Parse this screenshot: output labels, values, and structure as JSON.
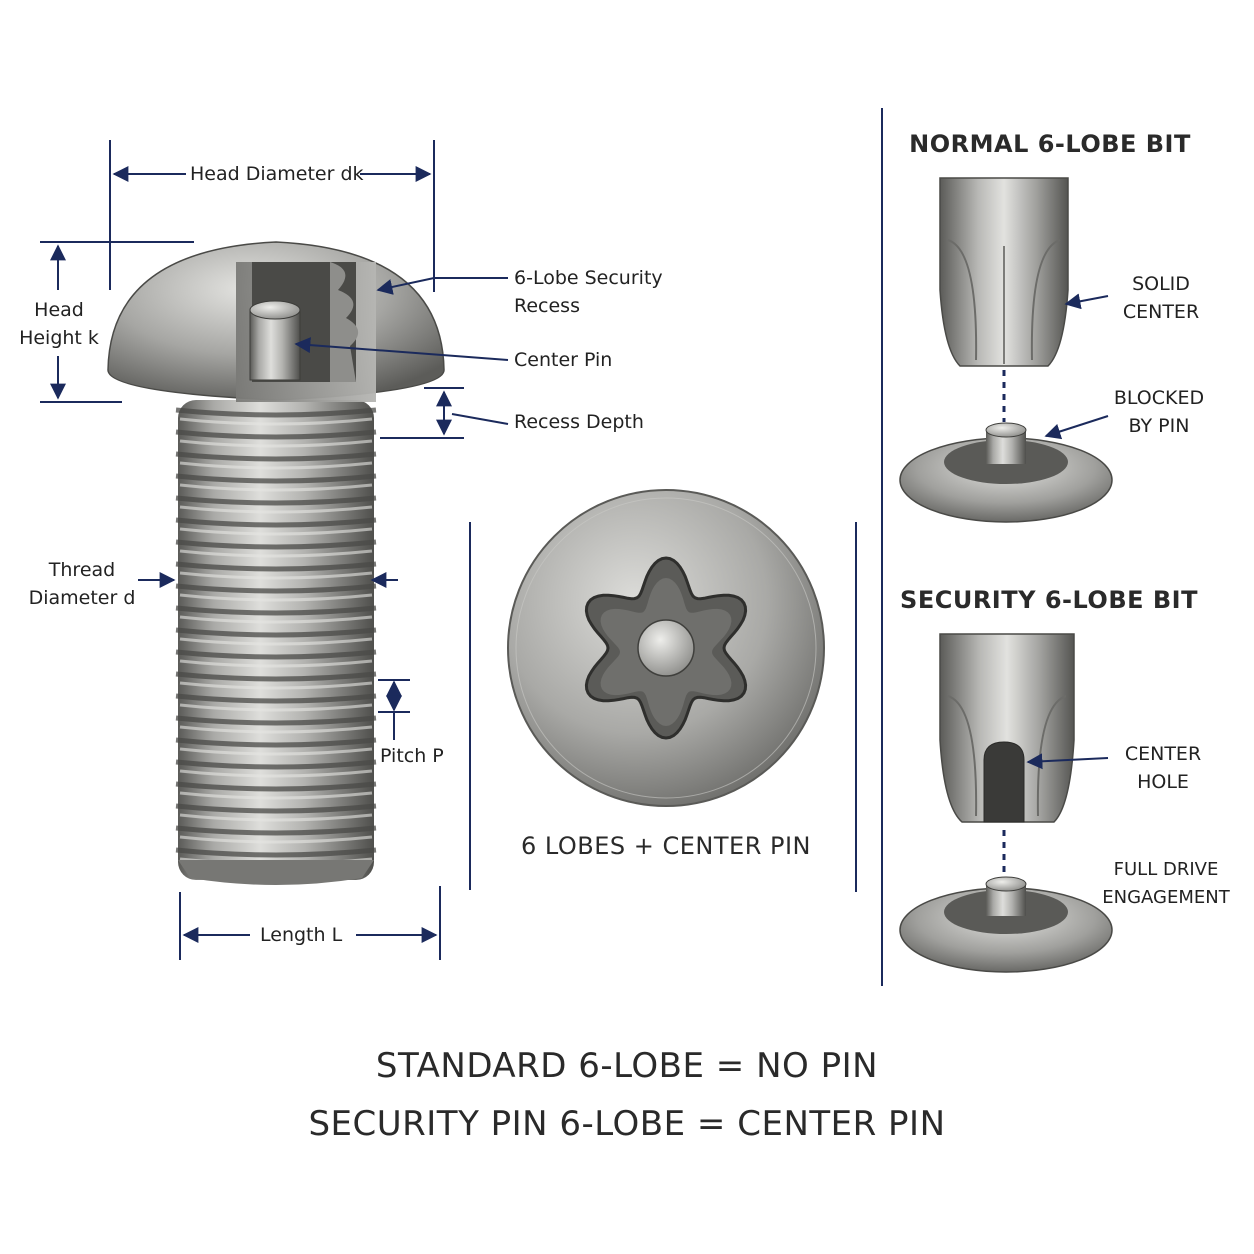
{
  "screw_labels": {
    "head_diameter": "Head Diameter dk",
    "head_height": [
      "Head",
      "Height k"
    ],
    "recess": [
      "6-Lobe Security",
      "Recess"
    ],
    "center_pin": "Center Pin",
    "recess_depth": "Recess Depth",
    "thread_diameter": [
      "Thread",
      "Diameter d"
    ],
    "pitch": "Pitch P",
    "length": "Length L"
  },
  "top_view_caption": "6 LOBES + CENTER PIN",
  "normal_bit": {
    "title": "NORMAL 6-LOBE BIT",
    "tip_label": [
      "SOLID",
      "CENTER"
    ],
    "result_label": [
      "BLOCKED",
      "BY PIN"
    ]
  },
  "security_bit": {
    "title": "SECURITY 6-LOBE BIT",
    "tip_label": [
      "CENTER",
      "HOLE"
    ],
    "result_label": [
      "FULL DRIVE",
      "ENGAGEMENT"
    ]
  },
  "summary": [
    "STANDARD 6-LOBE = NO PIN",
    "SECURITY PIN 6-LOBE = CENTER PIN"
  ],
  "colors": {
    "dimension_line": "#1b2a5c",
    "metal_light": "#d4d4d2",
    "metal_mid": "#9d9d9a",
    "metal_dark": "#4b4b48"
  }
}
